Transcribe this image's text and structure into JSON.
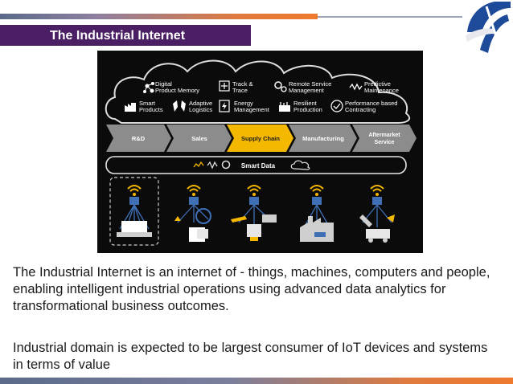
{
  "slide": {
    "title": "The Industrial Internet",
    "paragraph1": "The Industrial Internet is an internet of - things, machines, computers and people, enabling intelligent industrial operations using advanced data analytics for transformational business outcomes.",
    "paragraph2": "Industrial domain is expected to be largest consumer of IoT devices and systems in terms of value"
  },
  "figure": {
    "cloud_items": [
      {
        "line1": "Digital",
        "line2": "Product Memory",
        "icon": "molecule-icon"
      },
      {
        "line1": "Track &",
        "line2": "Trace",
        "icon": "crosshair-icon"
      },
      {
        "line1": "Remote Service",
        "line2": "Management",
        "icon": "gears-icon"
      },
      {
        "line1": "Predictive",
        "line2": "Maintenance",
        "icon": "wave-icon"
      },
      {
        "line1": "Smart",
        "line2": "Products",
        "icon": "factory-icon"
      },
      {
        "line1": "Adaptive",
        "line2": "Logistics",
        "icon": "hands-icon"
      },
      {
        "line1": "Energy",
        "line2": "Management",
        "icon": "energy-icon"
      },
      {
        "line1": "Resilient",
        "line2": "Production",
        "icon": "production-icon"
      },
      {
        "line1": "Performance based",
        "line2": "Contracting",
        "icon": "handshake-icon"
      }
    ],
    "value_chain": [
      {
        "label": "R&D"
      },
      {
        "label": "Sales"
      },
      {
        "label": "Supply Chain"
      },
      {
        "label": "Manufacturing"
      },
      {
        "line1": "Aftermarket",
        "line2": "Service"
      }
    ],
    "smart_data_label": "Smart Data",
    "colors": {
      "highlight": "#f5b800",
      "chevron": "#8c8c8c",
      "accent_blue": "#3f6fb5",
      "cloud_outline": "#dddddd"
    }
  },
  "logo": {
    "icon": "university-logo"
  }
}
